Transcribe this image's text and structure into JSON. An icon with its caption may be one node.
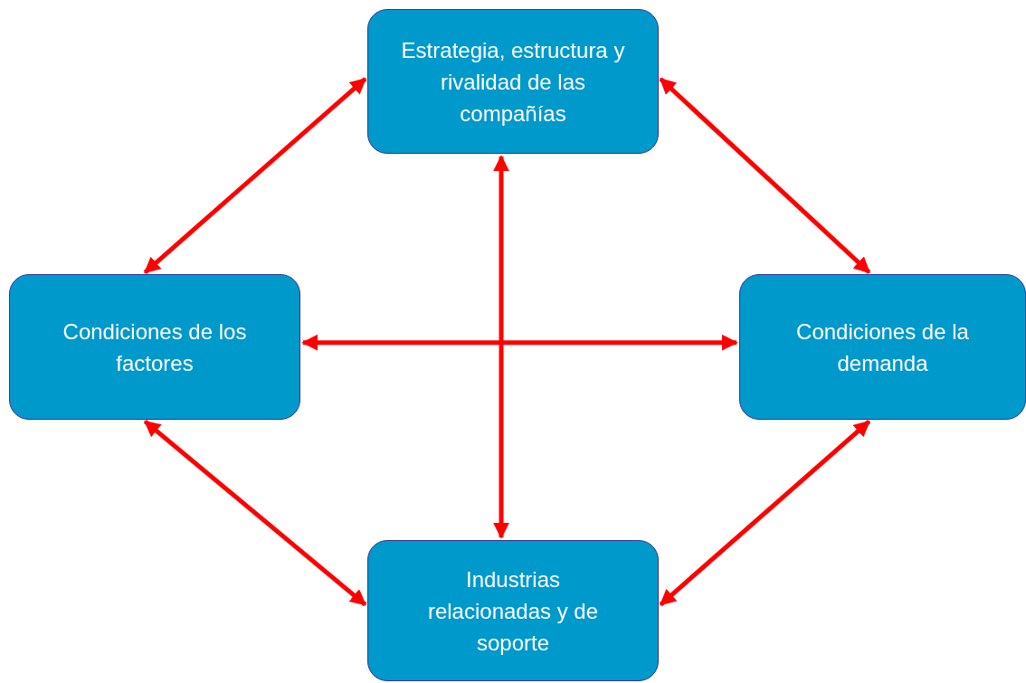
{
  "diagram": {
    "nodes": [
      {
        "text": [
          "Estrategia, estructura y rivalidad de las compañías"
        ]
      },
      {
        "text": [
          "Condiciones de los factores"
        ]
      },
      {
        "text": [
          "Condiciones de la demanda"
        ]
      },
      {
        "text": [
          "Industrias relacionadas y de soporte"
        ]
      }
    ],
    "edges": [
      {
        "from": 0,
        "to": 1,
        "arrow": "both"
      },
      {
        "from": 0,
        "to": 2,
        "arrow": "both"
      },
      {
        "from": 0,
        "to": 3,
        "arrow": "both"
      },
      {
        "from": 1,
        "to": 2,
        "arrow": "both"
      },
      {
        "from": 1,
        "to": 3,
        "arrow": "both"
      },
      {
        "from": 2,
        "to": 3,
        "arrow": "both"
      }
    ]
  }
}
